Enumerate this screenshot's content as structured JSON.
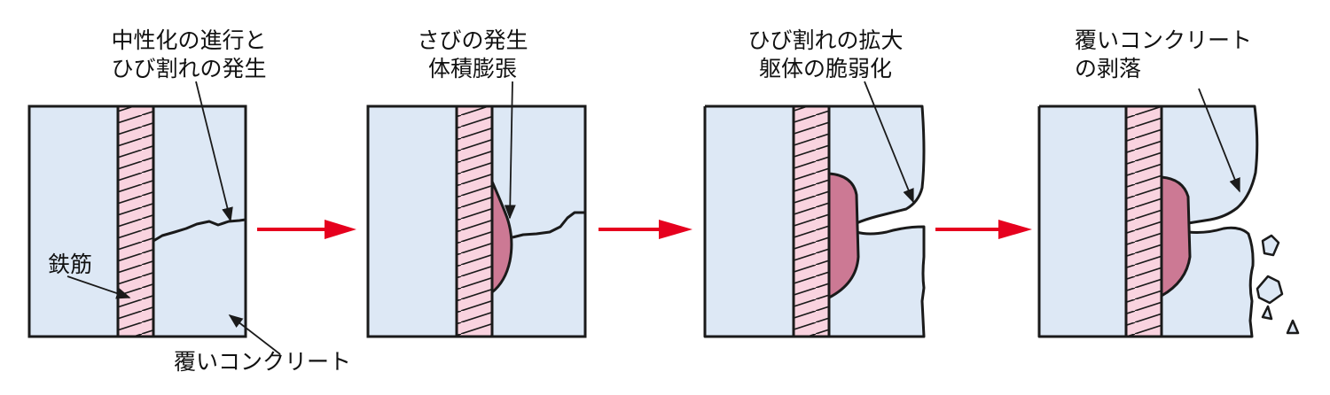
{
  "stages": [
    {
      "caption_lines": [
        "中性化の進行と",
        "ひび割れの発生"
      ],
      "extra_labels": {
        "rebar": "鉄筋",
        "cover": "覆いコンクリート"
      }
    },
    {
      "caption_lines": [
        "さびの発生",
        "体積膨張"
      ]
    },
    {
      "caption_lines": [
        "ひび割れの拡大",
        "躯体の脆弱化"
      ]
    },
    {
      "caption_lines": [
        "覆いコンクリート",
        "の剥落"
      ]
    }
  ],
  "colors": {
    "concrete": "#dde8f5",
    "rebar_fill": "#f9d3df",
    "rebar_hatch": "#1a1a1a",
    "rust": "#cc7994",
    "arrow": "#e6001e",
    "outline": "#1a1a1a"
  }
}
